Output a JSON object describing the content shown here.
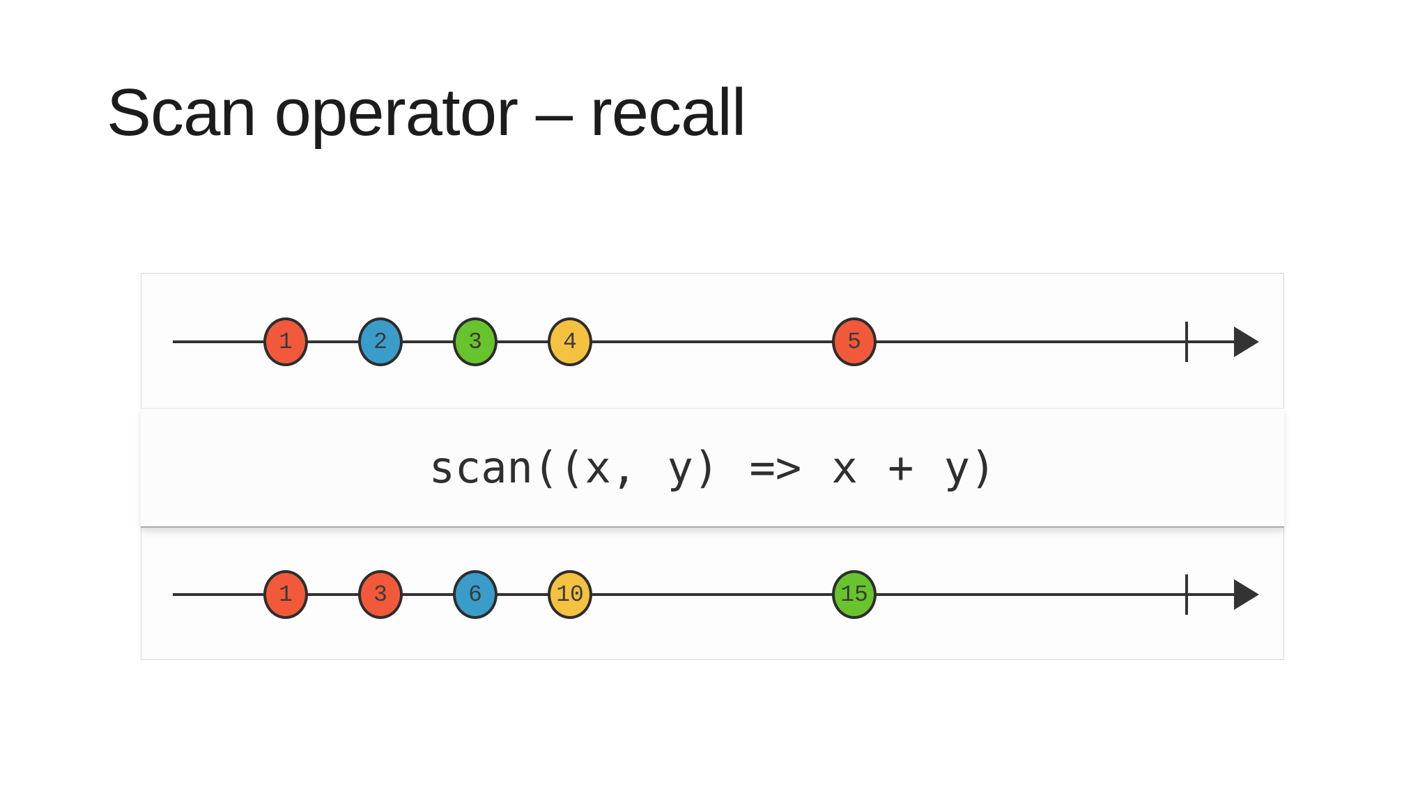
{
  "slide": {
    "title": "Scan operator – recall"
  },
  "operator": {
    "code": "scan((x, y) => x + y)"
  },
  "palette": {
    "orange": "#f2593b",
    "blue": "#3a9cc9",
    "green": "#68c42d",
    "yellow": "#f4c140",
    "stroke": "#2d2d2d",
    "timeline": "#333333"
  },
  "streams": {
    "input": {
      "marbles": [
        {
          "label": "1",
          "color": "orange",
          "hex": "#f2593b"
        },
        {
          "label": "2",
          "color": "blue",
          "hex": "#3a9cc9"
        },
        {
          "label": "3",
          "color": "green",
          "hex": "#68c42d"
        },
        {
          "label": "4",
          "color": "yellow",
          "hex": "#f4c140"
        },
        {
          "label": "5",
          "color": "orange",
          "hex": "#f2593b"
        }
      ]
    },
    "output": {
      "marbles": [
        {
          "label": "1",
          "color": "orange",
          "hex": "#f2593b"
        },
        {
          "label": "3",
          "color": "orange",
          "hex": "#f2593b"
        },
        {
          "label": "6",
          "color": "blue",
          "hex": "#3a9cc9"
        },
        {
          "label": "10",
          "color": "yellow",
          "hex": "#f4c140"
        },
        {
          "label": "15",
          "color": "green",
          "hex": "#68c42d"
        }
      ]
    }
  }
}
